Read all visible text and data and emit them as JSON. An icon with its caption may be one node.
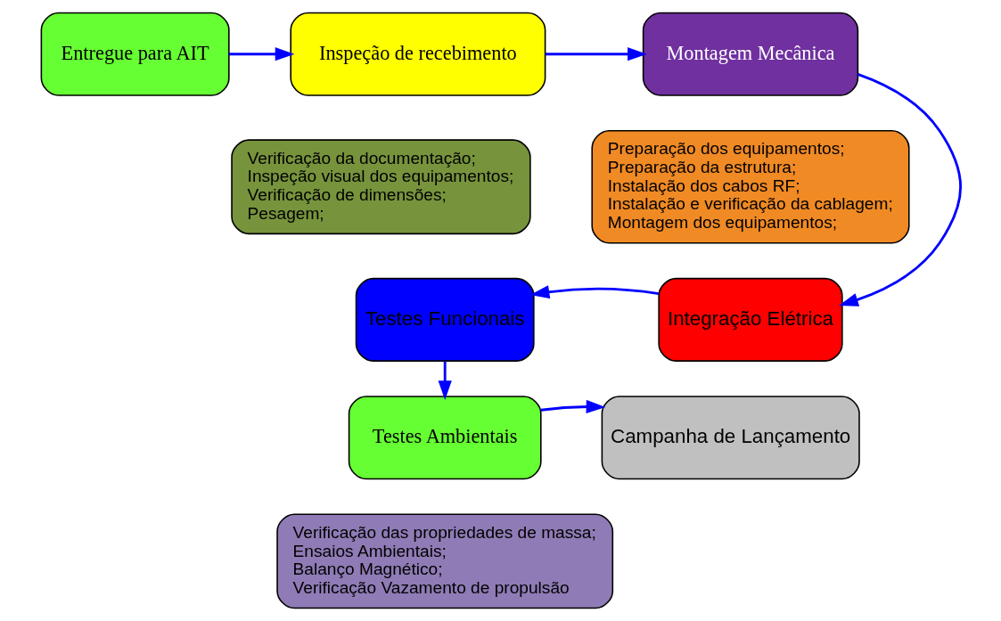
{
  "diagram": {
    "nodes": [
      {
        "text": [
          "Entregue para AIT"
        ]
      },
      {
        "text": [
          "Inspeção de recebimento"
        ]
      },
      {
        "text": [
          "Verificação da documentação;",
          "Inspeção visual dos equipamentos;",
          "Verificação de dimensões;",
          "Pesagem;"
        ]
      },
      {
        "text": [
          "Montagem Mecânica"
        ]
      },
      {
        "text": [
          "Preparação dos equipamentos;",
          "Preparação da estrutura;",
          "Instalação dos cabos RF;",
          "Instalação e verificação da cablagem;",
          "Montagem dos equipamentos;"
        ]
      },
      {
        "text": [
          "Integração Elétrica"
        ]
      },
      {
        "text": [
          "Testes Funcionais"
        ]
      },
      {
        "text": [
          "Testes Ambientais"
        ]
      },
      {
        "text": [
          "Verificação das propriedades de massa;",
          "Ensaios Ambientais;",
          "Balanço Magnético;",
          "Verificação Vazamento de propulsão"
        ]
      },
      {
        "text": [
          "Campanha de Lançamento"
        ]
      }
    ],
    "edges": [
      {
        "from": 0,
        "to": 1,
        "arrow": "to"
      },
      {
        "from": 1,
        "to": 3,
        "arrow": "to"
      },
      {
        "from": 3,
        "to": 5,
        "arrow": "to"
      },
      {
        "from": 5,
        "to": 6,
        "arrow": "to"
      },
      {
        "from": 6,
        "to": 7,
        "arrow": "to"
      },
      {
        "from": 7,
        "to": 9,
        "arrow": "to"
      }
    ]
  }
}
